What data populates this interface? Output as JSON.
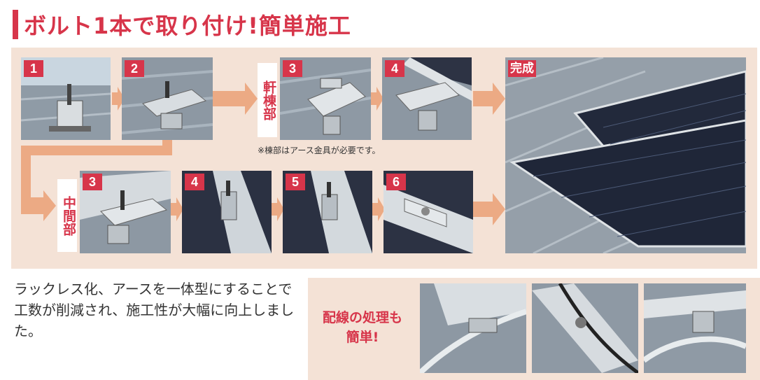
{
  "title": "ボルト1本で取り付け!簡単施工",
  "steps_top": [
    {
      "num": "1"
    },
    {
      "num": "2"
    },
    {
      "num": "3"
    },
    {
      "num": "4"
    }
  ],
  "steps_bottom": [
    {
      "num": "3"
    },
    {
      "num": "4"
    },
    {
      "num": "5"
    },
    {
      "num": "6"
    }
  ],
  "complete_label": "完成",
  "label_eave_ridge": "軒棟部",
  "label_middle": "中間部",
  "ridge_note": "※棟部はアース金具が必要です。",
  "description": "ラックレス化、アースを一体型にすることで工数が削減され、施工性が大幅に向上しました。",
  "wiring_label_line1": "配線の処理も",
  "wiring_label_line2": "簡単!",
  "colors": {
    "accent": "#d7354a",
    "panel_bg": "#f4e2d6",
    "arrow": "#ecaa84"
  }
}
